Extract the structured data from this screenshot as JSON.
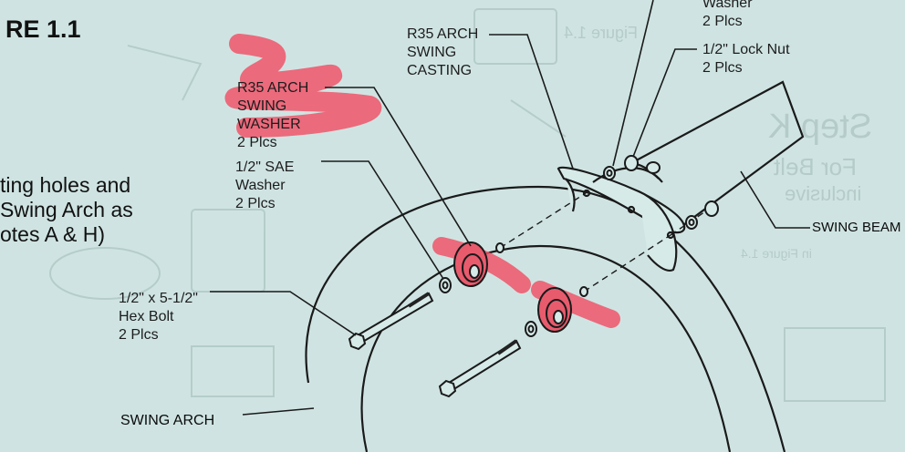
{
  "figure": {
    "title": "RE 1.1",
    "instruction_lines": [
      "ting holes and",
      "Swing Arch as",
      "otes A & H)"
    ]
  },
  "callouts": {
    "top_washer": [
      "Washer",
      "2 Plcs"
    ],
    "lock_nut": [
      "1/2\" Lock Nut",
      "2 Plcs"
    ],
    "swing_casting": [
      "R35 ARCH",
      "SWING",
      "CASTING"
    ],
    "arch_washer": [
      "R35 ARCH",
      "SWING",
      "WASHER",
      "2 Plcs"
    ],
    "sae_washer": [
      "1/2\" SAE",
      "Washer",
      "2 Plcs"
    ],
    "hex_bolt": [
      "1/2\" x 5-1/2\"",
      "Hex Bolt",
      "2 Plcs"
    ],
    "swing_beam": "SWING BEAM",
    "swing_arch": "SWING ARCH"
  },
  "background_text": {
    "figure_14": "Figure 1.4",
    "step": "Step K",
    "for_belt": "For Belt",
    "inclusive": "inclusive",
    "in_figure": "in Figure 1.4"
  },
  "colors": {
    "paper": "#cfe4e2",
    "ink": "#1c1c1c",
    "highlight": "#f0556a"
  }
}
